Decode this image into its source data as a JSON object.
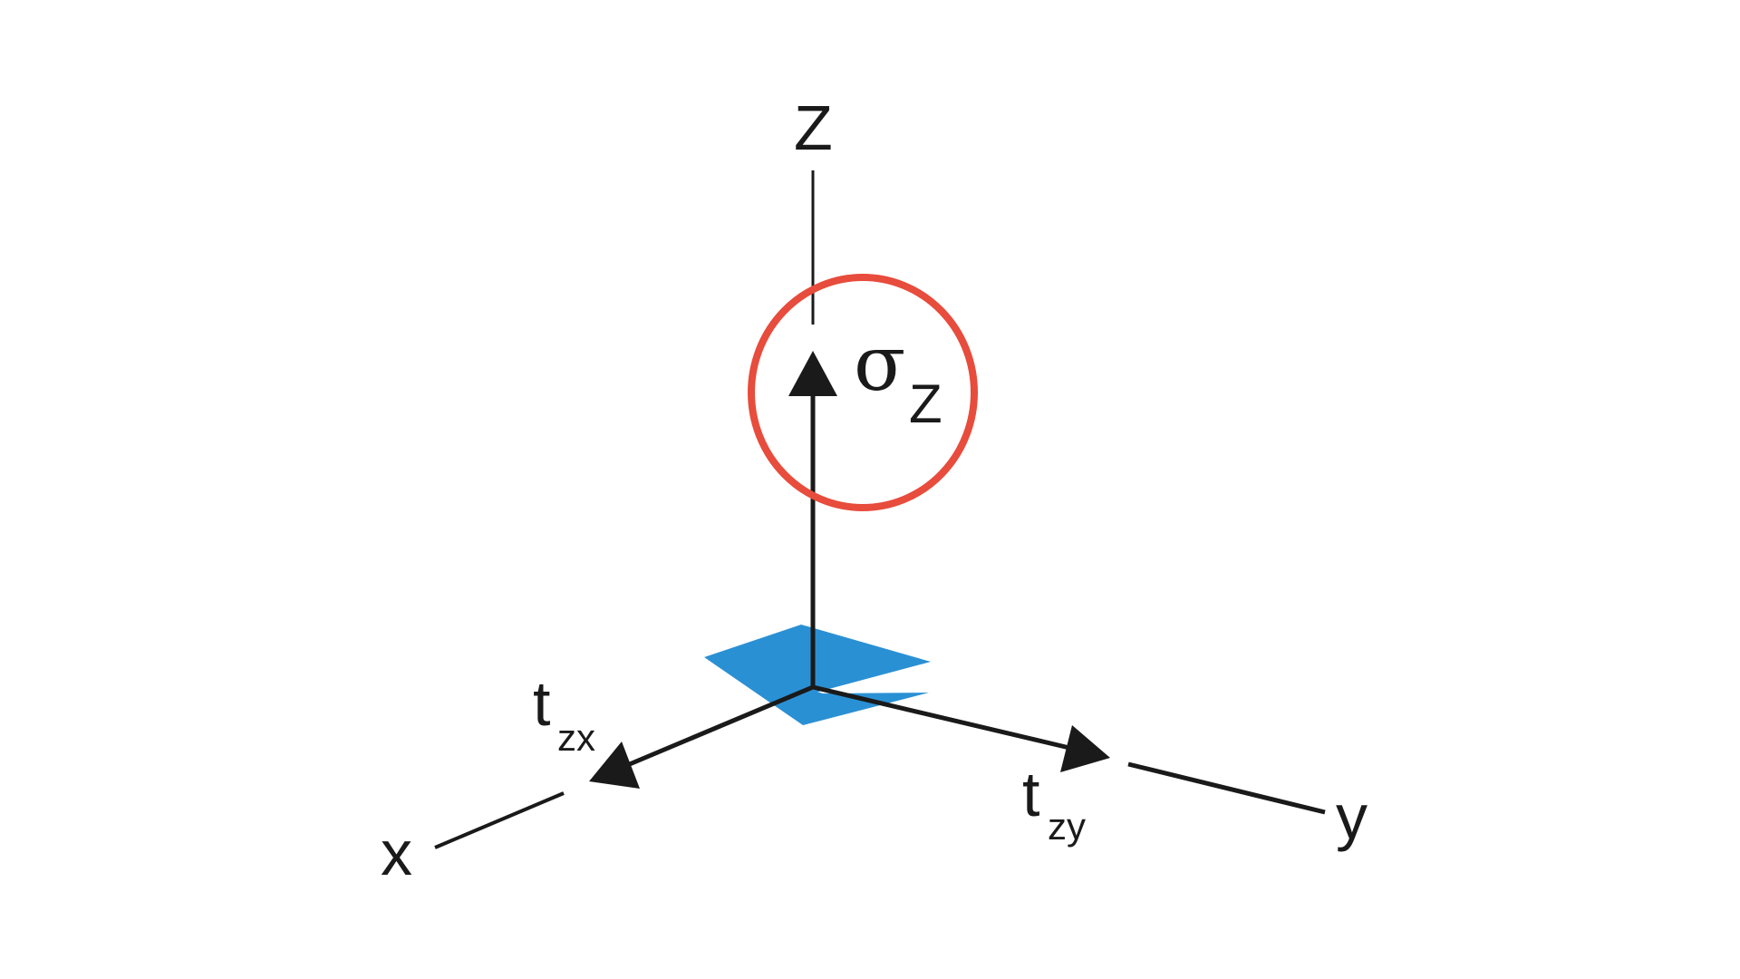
{
  "axes": {
    "z_label": "Z",
    "x_label": "x",
    "y_label": "y"
  },
  "stresses": {
    "sigma_symbol": "σ",
    "sigma_subscript": "Z",
    "tzx_symbol": "t",
    "tzx_subscript": "zx",
    "tzy_symbol": "t",
    "tzy_subscript": "zy"
  },
  "colors": {
    "axis": "#1a1a1a",
    "highlight_circle": "#e74c3c",
    "plane": "#2a90d4"
  }
}
